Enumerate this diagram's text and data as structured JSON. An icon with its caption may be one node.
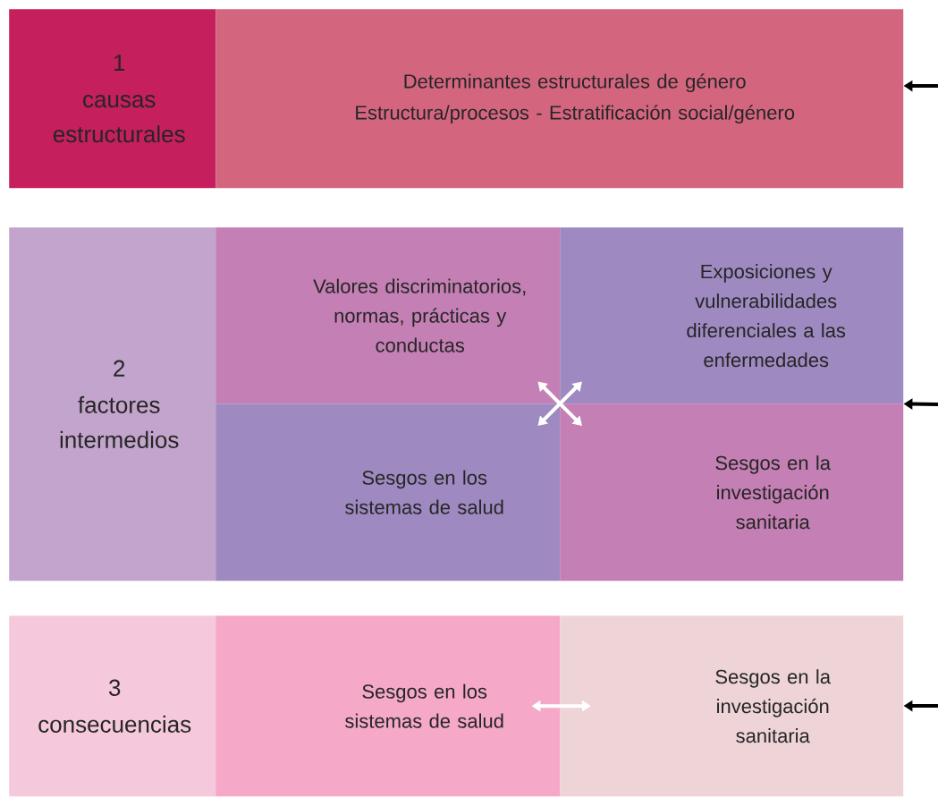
{
  "diagram": {
    "nodes": [
      {
        "text": [
          "1",
          "causas estructurales"
        ]
      },
      {
        "text": [
          "Determinantes estructurales de género",
          "Estructura/procesos - Estratificación social/género"
        ]
      },
      {
        "text": [
          "2",
          "factores intermedios"
        ]
      },
      {
        "text": [
          "Valores discriminatorios, normas, prácticas y conductas"
        ]
      },
      {
        "text": [
          "Exposiciones y vulnerabilidades diferenciales a las enfermedades"
        ]
      },
      {
        "text": [
          "Sesgos en los sistemas de salud"
        ]
      },
      {
        "text": [
          "Sesgos en la investigación sanitaria"
        ]
      },
      {
        "text": [
          "3",
          "consecuencias"
        ]
      },
      {
        "text": [
          "Sesgos en los sistemas de salud"
        ]
      },
      {
        "text": [
          "Sesgos en la investigación sanitaria"
        ]
      }
    ],
    "edges": [
      {
        "from": 3,
        "to": 6,
        "arrow": "both",
        "color": "#ffffff"
      },
      {
        "from": 4,
        "to": 5,
        "arrow": "both",
        "color": "#ffffff"
      },
      {
        "from": 8,
        "to": 9,
        "arrow": "both",
        "color": "#ffffff"
      },
      {
        "from": null,
        "to": 1,
        "arrow": "to",
        "color": "#000000"
      },
      {
        "from": null,
        "to": 4,
        "arrow": "to",
        "color": "#000000"
      },
      {
        "from": null,
        "to": 9,
        "arrow": "to",
        "color": "#000000"
      }
    ]
  }
}
